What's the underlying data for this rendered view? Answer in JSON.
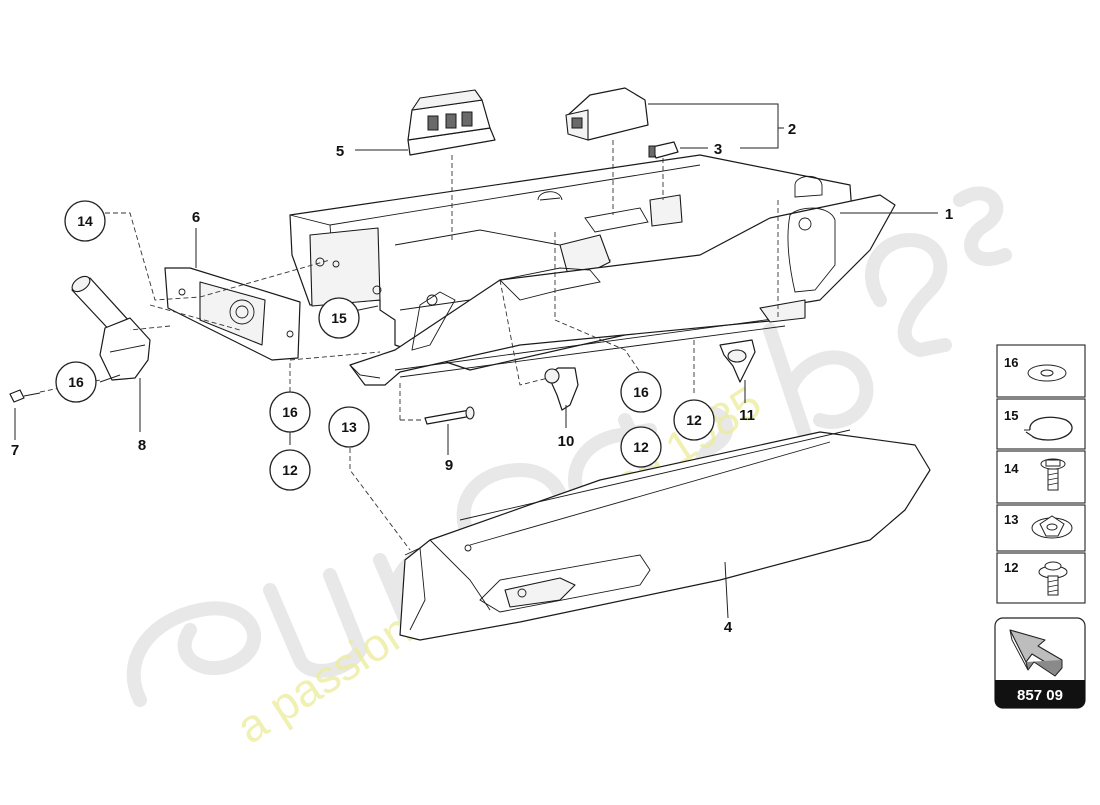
{
  "diagram": {
    "callouts": {
      "c1": "1",
      "c2": "2",
      "c3": "3",
      "c4": "4",
      "c5": "5",
      "c6": "6",
      "c7": "7",
      "c8": "8",
      "c9": "9",
      "c10": "10",
      "c11": "11",
      "circ14": "14",
      "circ15": "15",
      "circ16a": "16",
      "circ16b": "16",
      "circ16c": "16",
      "circ12a": "12",
      "circ12b": "12",
      "circ12c": "12",
      "circ13": "13"
    },
    "hardware_table": [
      {
        "number": "16",
        "icon": "washer-icon"
      },
      {
        "number": "15",
        "icon": "circlip-icon"
      },
      {
        "number": "14",
        "icon": "flange-screw-icon"
      },
      {
        "number": "13",
        "icon": "speed-nut-icon"
      },
      {
        "number": "12",
        "icon": "washer-screw-icon"
      }
    ],
    "figure_tag": "857 09",
    "watermark": {
      "text": "a passion for parts since 1985"
    },
    "colors": {
      "line": "#1a1a1a",
      "tag_background": "#111111",
      "watermark_text": "#ecec9a",
      "watermark_logo": "#e4e4e4"
    }
  }
}
